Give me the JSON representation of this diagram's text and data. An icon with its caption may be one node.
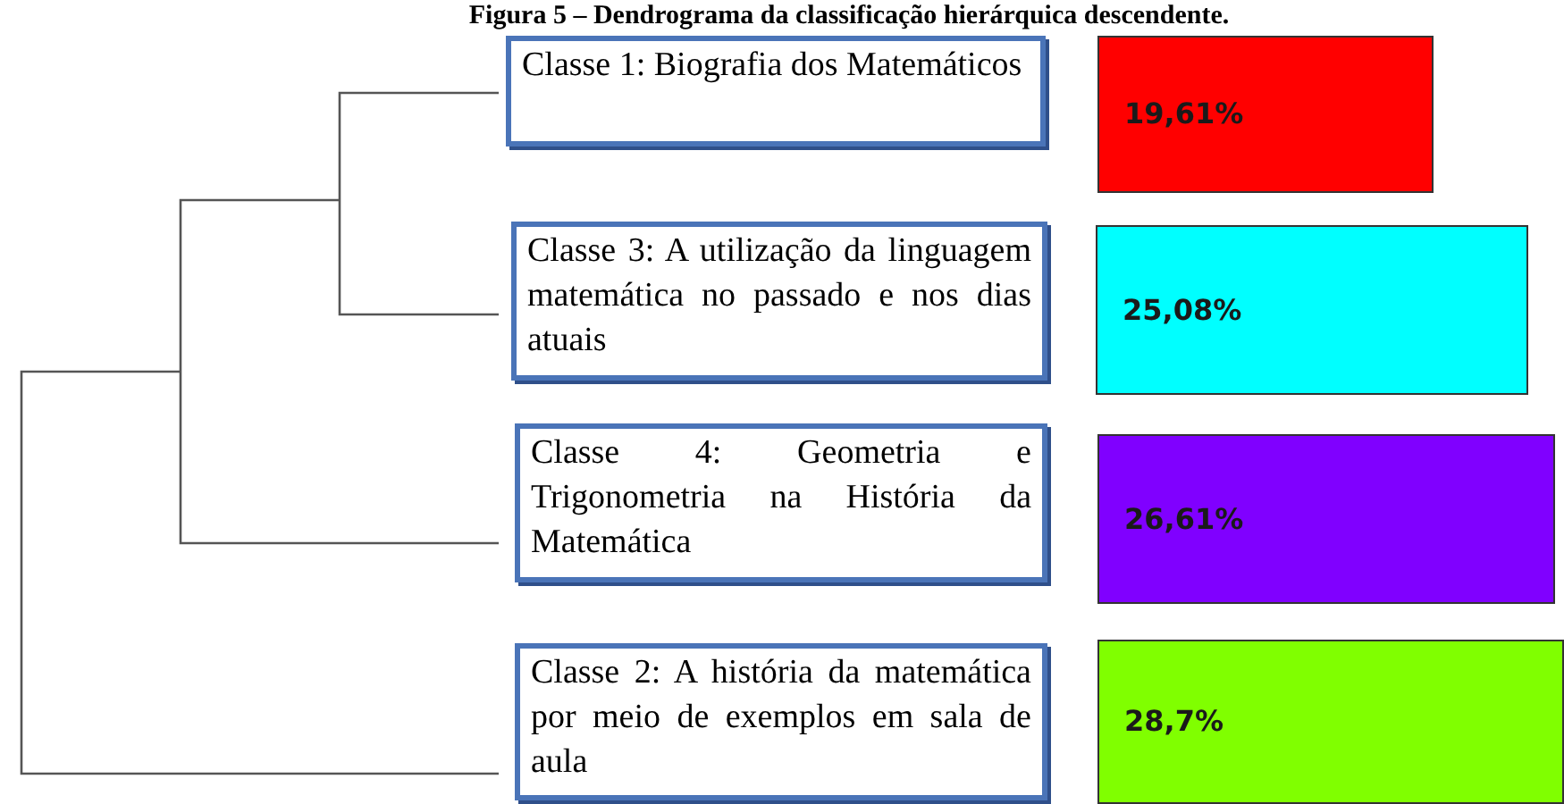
{
  "diagram": {
    "title": "Figura 5 – Dendrograma da classificação hierárquica descendente.",
    "nodes": [
      {
        "text": [
          "Classe 1: Biografia dos Matemáticos"
        ]
      },
      {
        "text": [
          "19,61%"
        ]
      },
      {
        "text": [
          "Classe 3: A utilização da linguagem matemática no passado e nos dias atuais"
        ]
      },
      {
        "text": [
          "25,08%"
        ]
      },
      {
        "text": [
          "Classe 4: Geometria e Trigonometria na História da Matemática"
        ]
      },
      {
        "text": [
          "26,61%"
        ]
      },
      {
        "text": [
          "Classe 2: A história da matemática por meio de exemplos em sala de aula"
        ]
      },
      {
        "text": [
          "28,7%"
        ]
      }
    ]
  }
}
